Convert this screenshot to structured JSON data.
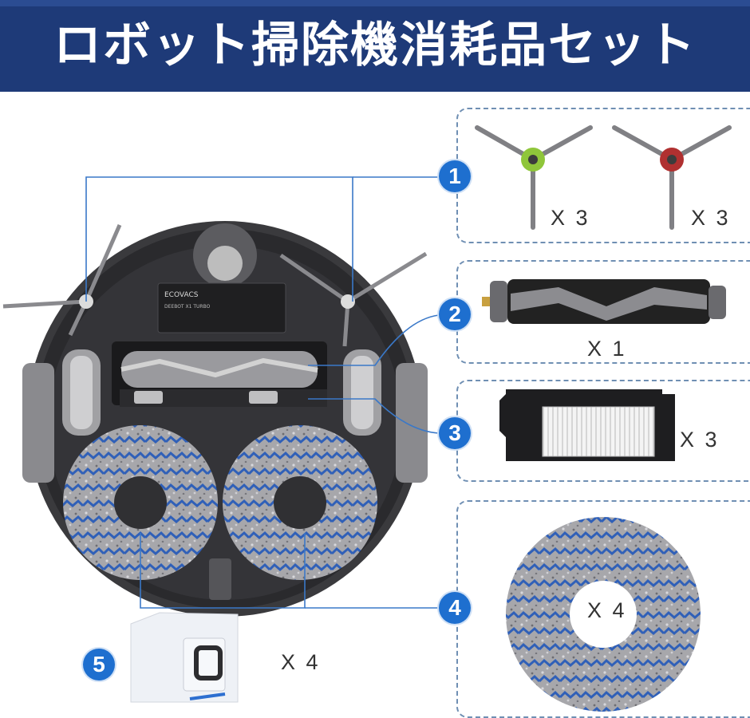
{
  "title": "ロボット掃除機消耗品セット",
  "colors": {
    "banner": "#1e3a78",
    "badge": "#1e6fcf",
    "panel_border": "#6f8fb3"
  },
  "robot": {
    "brand": "ECOVACS",
    "model": "DEEBOT X1 TURBO"
  },
  "items": [
    {
      "number": "1",
      "name": "side-brush",
      "quantities": [
        "X 3",
        "X 3"
      ]
    },
    {
      "number": "2",
      "name": "main-roller-brush",
      "quantities": [
        "X 1"
      ]
    },
    {
      "number": "3",
      "name": "hepa-filter",
      "quantities": [
        "X 3"
      ]
    },
    {
      "number": "4",
      "name": "mop-pad",
      "quantities": [
        "X 4"
      ]
    },
    {
      "number": "5",
      "name": "dust-bag",
      "quantities": [
        "X 4"
      ]
    }
  ]
}
